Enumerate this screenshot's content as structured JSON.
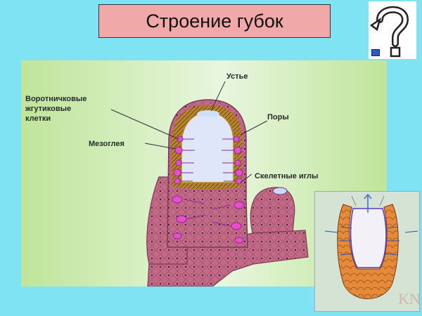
{
  "slide": {
    "title": "Строение губок"
  },
  "diagram": {
    "labels": {
      "osculum": "Устье",
      "collar_cells_1": "Воротничковые",
      "collar_cells_2": "жгутиковые",
      "collar_cells_3": "клетки",
      "pores": "Поры",
      "mesoglea": "Мезоглея",
      "spicules": "Скелетные иглы"
    }
  },
  "inset": {
    "watermark": "KN"
  },
  "colors": {
    "background": "#7fe3f4",
    "title_box": "#f0a8a8",
    "sponge_body": "#c36a87",
    "inner_cavity": "#dfe6fa",
    "collar_cells": "#e84fc7",
    "inset_body": "#e58a3a"
  },
  "icons": {
    "help": "question-mark-icon",
    "nav": "blue-square-icon"
  }
}
